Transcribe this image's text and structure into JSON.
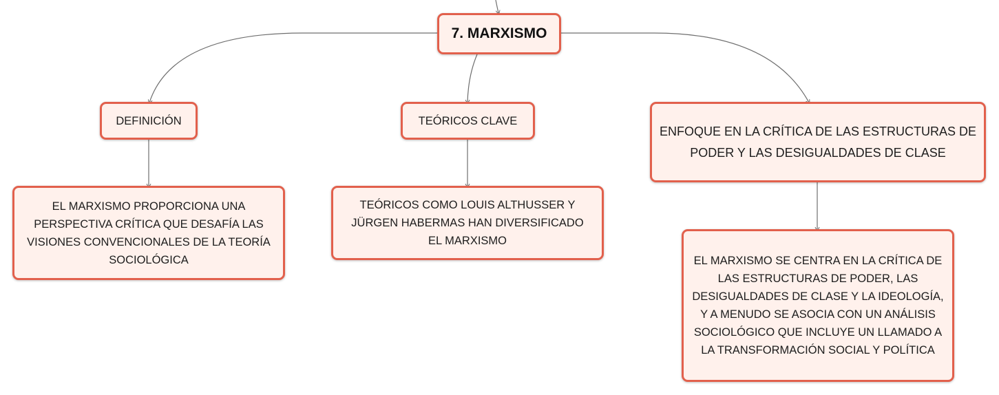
{
  "colors": {
    "node_border": "#e2604c",
    "node_fill": "#fff1ec",
    "connector": "#6e6e6e"
  },
  "diagram": {
    "central": {
      "label": "7. MARXISMO"
    },
    "branches": [
      {
        "label": "DEFINICIÓN",
        "detail": "EL MARXISMO PROPORCIONA UNA PERSPECTIVA CRÍTICA QUE DESAFÍA LAS VISIONES CONVENCIONALES DE LA TEORÍA SOCIOLÓGICA"
      },
      {
        "label": "TEÓRICOS CLAVE",
        "detail": "TEÓRICOS COMO LOUIS ALTHUSSER Y JÜRGEN HABERMAS HAN DIVERSIFICADO EL MARXISMO"
      },
      {
        "label": "ENFOQUE EN LA CRÍTICA DE LAS ESTRUCTURAS DE PODER Y LAS DESIGUALDADES DE CLASE",
        "detail": "EL MARXISMO SE CENTRA EN LA CRÍTICA DE LAS ESTRUCTURAS DE PODER, LAS DESIGUALDADES DE CLASE Y LA IDEOLOGÍA, Y A MENUDO SE ASOCIA CON UN ANÁLISIS SOCIOLÓGICO QUE INCLUYE UN LLAMADO A LA TRANSFORMACIÓN SOCIAL Y POLÍTICA"
      }
    ]
  }
}
